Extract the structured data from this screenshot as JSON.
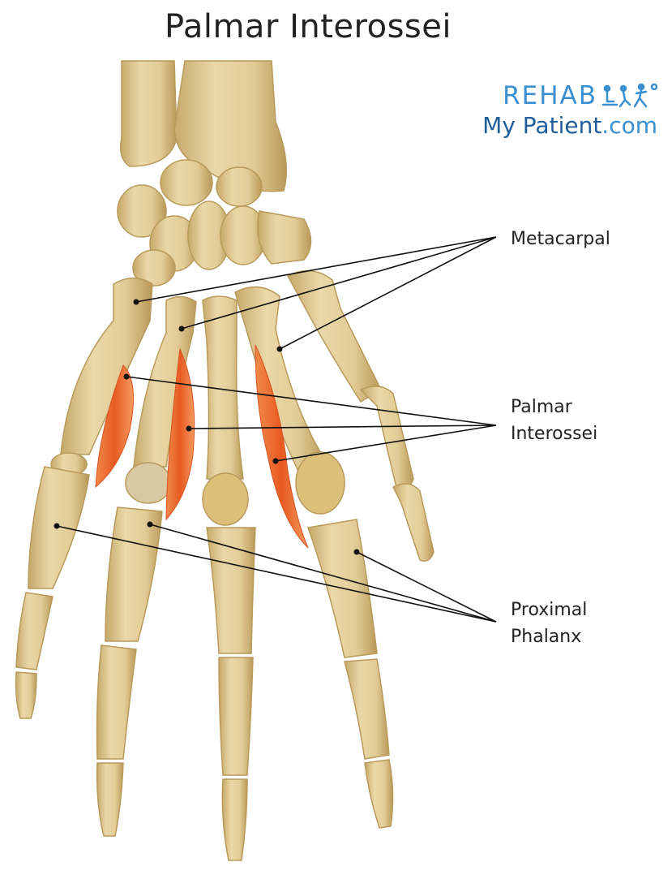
{
  "title": "Palmar Interossei",
  "brand": {
    "line1": "REHAB",
    "line2_main": "My Patient",
    "line2_suffix": ".com",
    "icon": "exercise-figures-icon"
  },
  "labels": {
    "metacarpal": "Metacarpal",
    "palmar_line1": "Palmar",
    "palmar_line2": "Interossei",
    "proximal_line1": "Proximal",
    "proximal_line2": "Phalanx"
  },
  "colors": {
    "bone": "#e6d3a3",
    "bone_shadow": "#c9ad72",
    "muscle": "#ee6a2c",
    "brand_light": "#3a8fd0",
    "brand_dark": "#1f5d9c"
  }
}
